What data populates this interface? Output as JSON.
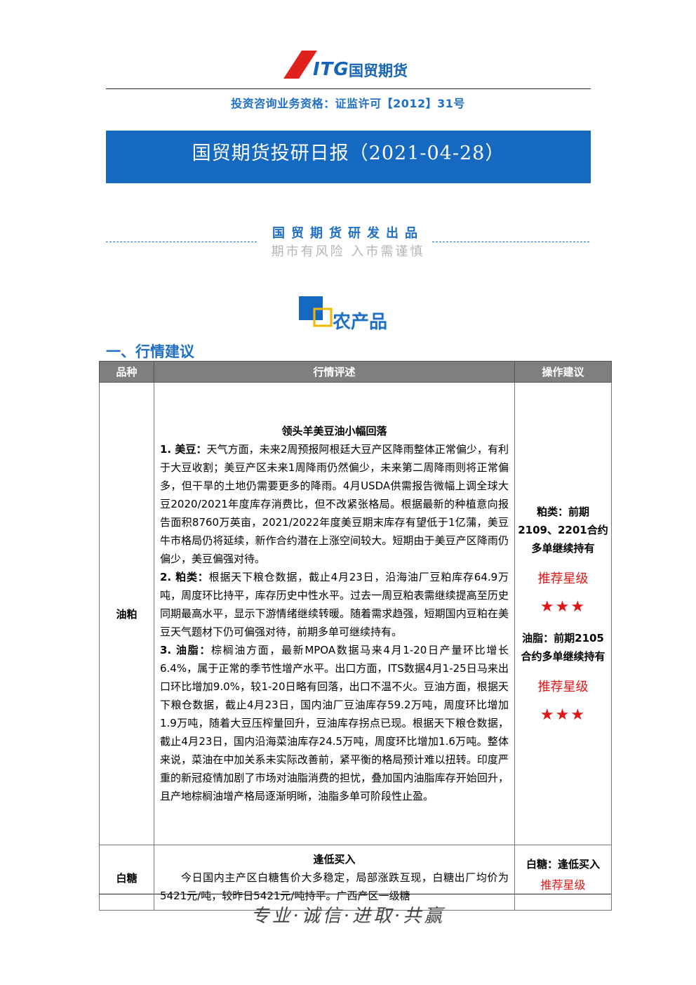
{
  "header": {
    "logo_text": "ITG",
    "logo_cn": "国贸期货",
    "license": "投资咨询业务资格：证监许可【2012】31号",
    "title": "国贸期货投研日报（2021-04-28）"
  },
  "banner": {
    "produce": "国贸期货研发出品",
    "risk": "期市有风险  入市需谨慎"
  },
  "section": {
    "title": "农产品",
    "sub_heading": "一、行情建议"
  },
  "table": {
    "headers": [
      "品种",
      "行情评述",
      "操作建议"
    ],
    "oil": {
      "variety": "油粕",
      "title": "领头羊美豆油小幅回落",
      "p1_head": "1. 美豆：",
      "p1": "天气方面，未来2周预报阿根廷大豆产区降雨整体正常偏少，有利于大豆收割；美豆产区未来1周降雨仍然偏少，未来第二周降雨则将正常偏多，但干旱的土地仍需要更多的降雨。4月USDA供需报告微幅上调全球大豆2020/2021年度库存消费比，但不改紧张格局。根据最新的种植意向报告面积8760万英亩，2021/2022年度美豆期末库存有望低于1亿蒲，美豆牛市格局仍将延续，新作合约潜在上涨空间较大。短期由于美豆产区降雨仍偏少，美豆偏强对待。",
      "p2_head": "2. 粕类：",
      "p2": "根据天下粮仓数据，截止4月23日，沿海油厂豆粕库存64.9万吨，周度环比持平，库存历史中性水平。过去一周豆粕表需继续提高至历史同期最高水平，显示下游情绪继续转暖。随着需求趋强，短期国内豆粕在美豆天气题材下仍可偏强对待，前期多单可继续持有。",
      "p3_head": "3. 油脂：",
      "p3": "棕榈油方面，最新MPOA数据马来4月1-20日产量环比增长6.4%，属于正常的季节性增产水平。出口方面，ITS数据4月1-25日马来出口环比增加9.0%，较1-20日略有回落，出口不温不火。豆油方面，根据天下粮仓数据，截止4月23日，国内油厂豆油库存59.2万吨，周度环比增加1.9万吨，随着大豆压榨量回升，豆油库存拐点已现。根据天下粮仓数据，截止4月23日，国内沿海菜油库存24.5万吨，周度环比增加1.6万吨。整体来说，菜油在中加关系未实际改善前，紧平衡的格局预计难以扭转。印度严重的新冠疫情加剧了市场对油脂消费的担忧，叠加国内油脂库存开始回升，且产地棕榈油增产格局逐渐明晰，油脂多单可阶段性止盈。",
      "advice1": "粕类：前期2109、2201合约多单继续持有",
      "star_label1": "推荐星级",
      "stars1": "★★★",
      "advice2": "油脂：前期2105合约多单继续持有",
      "star_label2": "推荐星级",
      "stars2": "★★★"
    },
    "sugar": {
      "variety": "白糖",
      "title": "逢低买入",
      "p1": "今日国内主产区白糖售价大多稳定，局部涨跌互现，白糖出厂均价为5421元/吨，较昨日5421元/吨持平。广西产区一级糖",
      "advice": "白糖：逢低买入",
      "star_label": "推荐星级"
    }
  },
  "footer": {
    "slogan": "专业·诚信·进取·共赢"
  },
  "colors": {
    "brand_blue": "#1569c1",
    "logo_red": "#e0201c",
    "star_red": "#e01616",
    "header_gray": "#7f7f7f"
  }
}
